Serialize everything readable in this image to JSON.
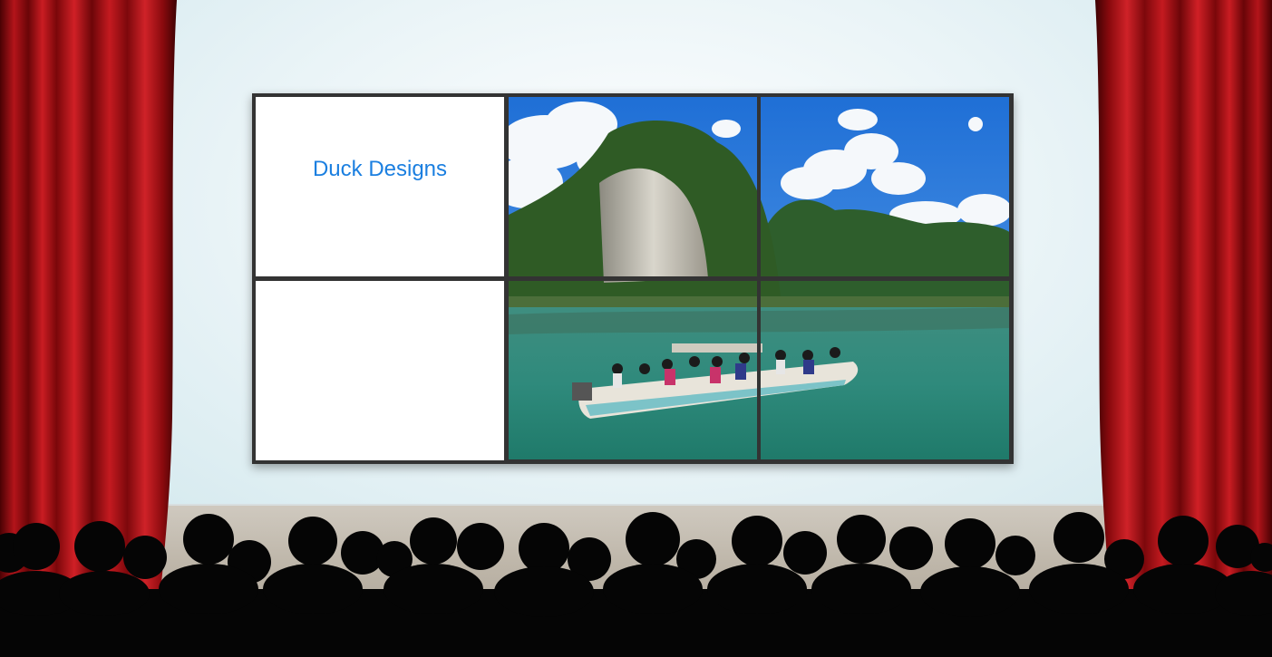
{
  "wall": {
    "tile_title": "Duck Designs"
  },
  "colors": {
    "curtain": "#a50d10",
    "frame": "#333333",
    "title_text": "#1b7fe0",
    "audience": "#050505"
  },
  "icons": [
    "curtain-left-graphic",
    "curtain-right-graphic",
    "audience-silhouette"
  ]
}
